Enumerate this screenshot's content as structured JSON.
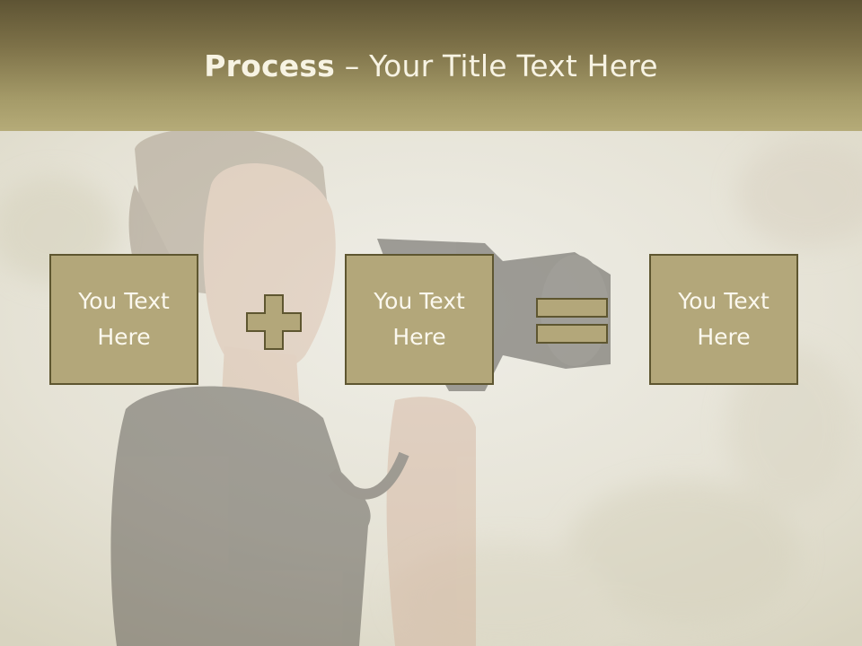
{
  "slide": {
    "title_bold": "Process",
    "title_rest": " – Your Title Text Here"
  },
  "process": {
    "boxes": [
      {
        "text": "You Text\nHere"
      },
      {
        "text": "You Text\nHere"
      },
      {
        "text": "You Text\nHere"
      }
    ],
    "operators": [
      "plus-icon",
      "equals-icon"
    ]
  },
  "colors": {
    "header_dark": "#5e5434",
    "header_light": "#b5ab78",
    "box_fill": "#b3a77a",
    "box_border": "#5e5630",
    "text_light": "#fbf8ee"
  }
}
